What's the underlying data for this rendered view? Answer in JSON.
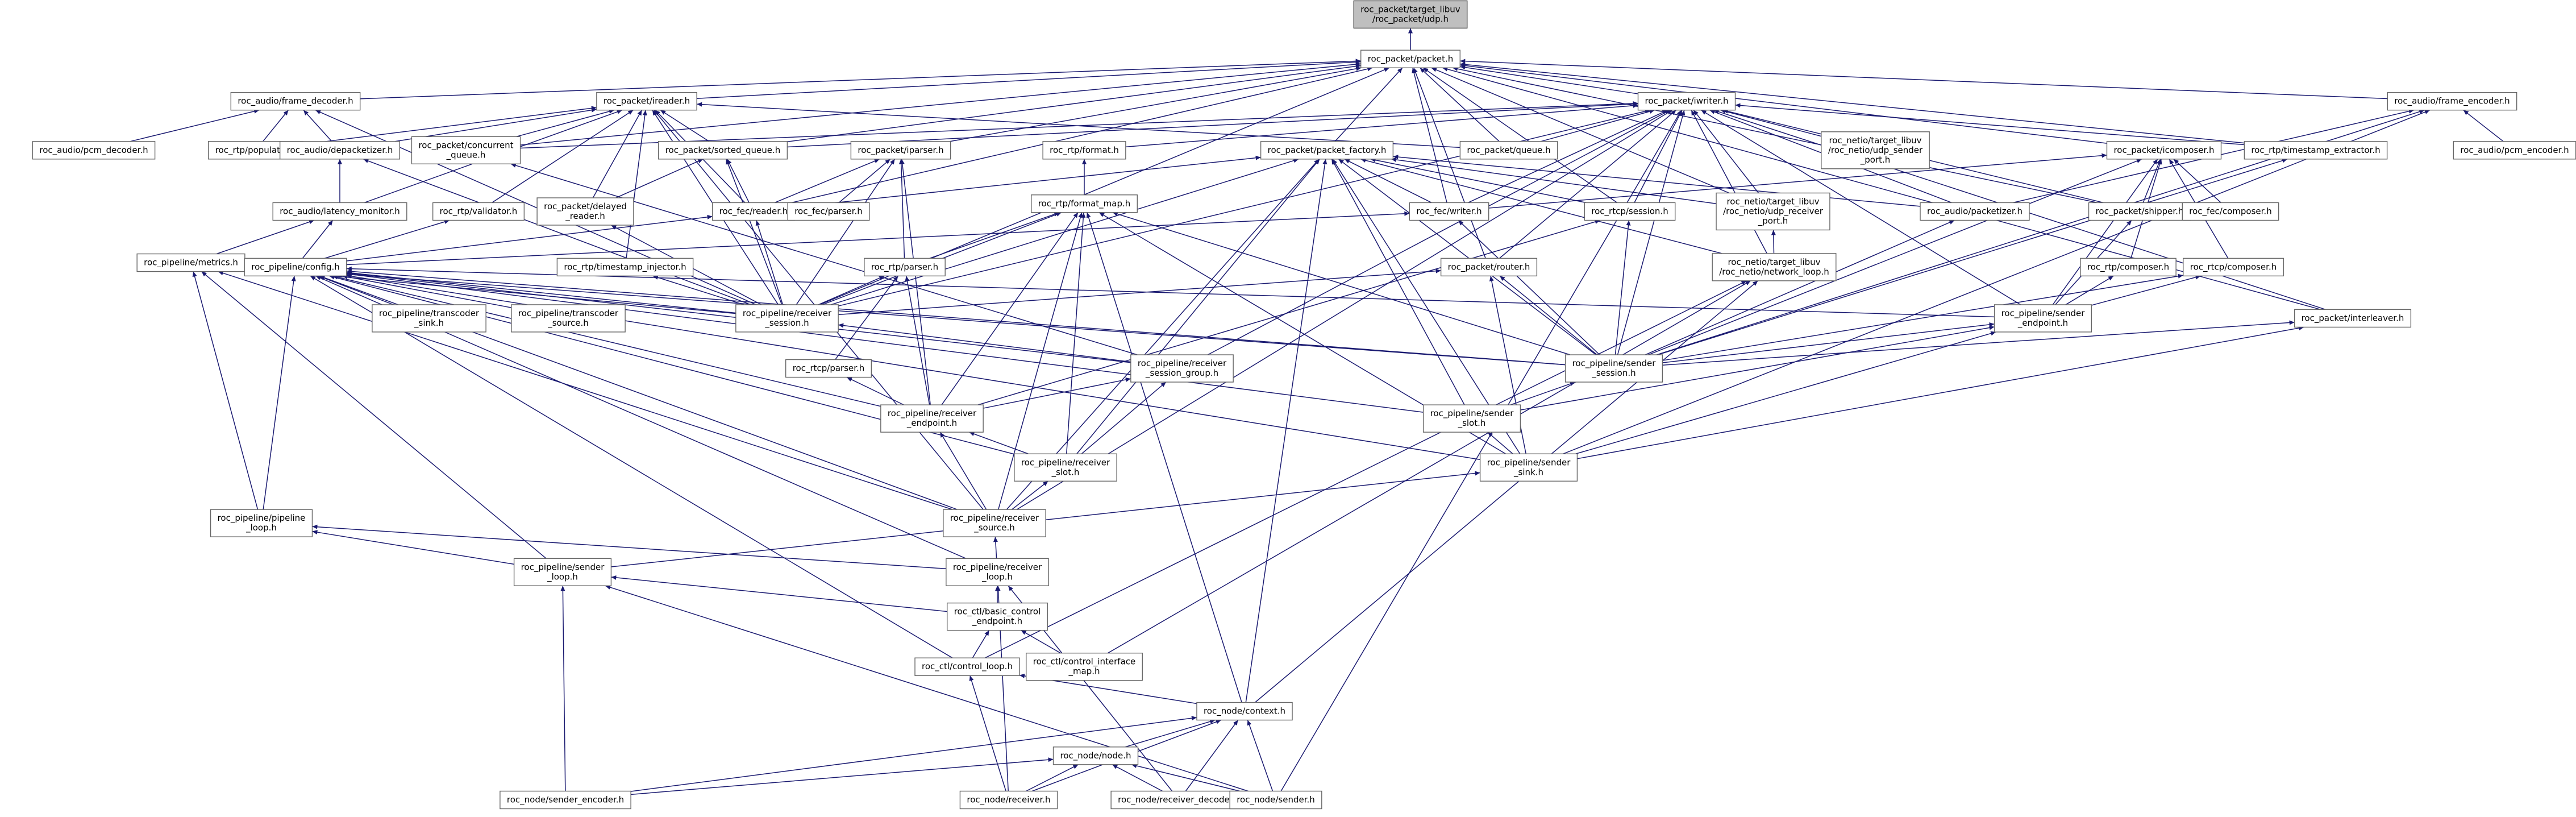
{
  "root": "roc_packet/target_libuv/roc_packet/udp.h",
  "colors": {
    "edge": "#191970",
    "node_border": "#666666",
    "root_fill": "#bfbfbf",
    "node_fill": "#ffffff"
  },
  "nodes": {
    "udp": [
      "roc_packet/target_libuv",
      "/roc_packet/udp.h"
    ],
    "packet": [
      "roc_packet/packet.h"
    ],
    "frame_decoder": [
      "roc_audio/frame_decoder.h"
    ],
    "reader": [
      "roc_packet/ireader.h"
    ],
    "iwriter": [
      "roc_packet/iwriter.h"
    ],
    "frame_encoder": [
      "roc_audio/frame_encoder.h"
    ],
    "pcm_decoder": [
      "roc_audio/pcm_decoder.h"
    ],
    "rtp_populator": [
      "roc_rtp/populator.h"
    ],
    "depacketizer": [
      "roc_audio/depacketizer.h"
    ],
    "concurrent_queue": [
      "roc_packet/concurrent",
      "_queue.h"
    ],
    "sorted_queue": [
      "roc_packet/sorted_queue.h"
    ],
    "packet_parser": [
      "roc_packet/iparser.h"
    ],
    "rtp_format": [
      "roc_rtp/format.h"
    ],
    "packet_factory": [
      "roc_packet/packet_factory.h"
    ],
    "packet_queue": [
      "roc_packet/queue.h"
    ],
    "udp_sender_port": [
      "roc_netio/target_libuv",
      "/roc_netio/udp_sender",
      "_port.h"
    ],
    "icomposer": [
      "roc_packet/icomposer.h"
    ],
    "timestamp_extractor": [
      "roc_rtp/timestamp_extractor.h"
    ],
    "pcm_encoder": [
      "roc_audio/pcm_encoder.h"
    ],
    "latency_monitor": [
      "roc_audio/latency_monitor.h"
    ],
    "rtp_validator": [
      "roc_rtp/validator.h"
    ],
    "delayed_reader": [
      "roc_packet/delayed",
      "_reader.h"
    ],
    "fec_reader": [
      "roc_fec/reader.h"
    ],
    "fec_parser": [
      "roc_fec/parser.h"
    ],
    "rtp_format_map": [
      "roc_rtp/format_map.h"
    ],
    "fec_writer": [
      "roc_fec/writer.h"
    ],
    "rtcp_session": [
      "roc_rtcp/session.h"
    ],
    "udp_receiver_port": [
      "roc_netio/target_libuv",
      "/roc_netio/udp_receiver",
      "_port.h"
    ],
    "packetizer": [
      "roc_audio/packetizer.h"
    ],
    "shipper": [
      "roc_packet/shipper.h"
    ],
    "fec_composer": [
      "roc_fec/composer.h"
    ],
    "pipeline_metrics": [
      "roc_pipeline/metrics.h"
    ],
    "pipeline_config": [
      "roc_pipeline/config.h"
    ],
    "timestamp_injector": [
      "roc_rtp/timestamp_injector.h"
    ],
    "rtp_parser": [
      "roc_rtp/parser.h"
    ],
    "packet_router": [
      "roc_packet/router.h"
    ],
    "network_loop": [
      "roc_netio/target_libuv",
      "/roc_netio/network_loop.h"
    ],
    "rtp_composer": [
      "roc_rtp/composer.h"
    ],
    "rtcp_composer": [
      "roc_rtcp/composer.h"
    ],
    "transcoder_sink": [
      "roc_pipeline/transcoder",
      "_sink.h"
    ],
    "transcoder_source": [
      "roc_pipeline/transcoder",
      "_source.h"
    ],
    "receiver_session": [
      "roc_pipeline/receiver",
      "_session.h"
    ],
    "sender_endpoint": [
      "roc_pipeline/sender",
      "_endpoint.h"
    ],
    "interleaver": [
      "roc_packet/interleaver.h"
    ],
    "receiver_session_group": [
      "roc_pipeline/receiver",
      "_session_group.h"
    ],
    "sender_session": [
      "roc_pipeline/sender",
      "_session.h"
    ],
    "rtcp_parser": [
      "roc_rtcp/parser.h"
    ],
    "receiver_endpoint": [
      "roc_pipeline/receiver",
      "_endpoint.h"
    ],
    "sender_slot": [
      "roc_pipeline/sender",
      "_slot.h"
    ],
    "receiver_slot": [
      "roc_pipeline/receiver",
      "_slot.h"
    ],
    "sender_sink": [
      "roc_pipeline/sender",
      "_sink.h"
    ],
    "pipeline_loop": [
      "roc_pipeline/pipeline",
      "_loop.h"
    ],
    "receiver_source": [
      "roc_pipeline/receiver",
      "_source.h"
    ],
    "sender_loop": [
      "roc_pipeline/sender",
      "_loop.h"
    ],
    "receiver_loop": [
      "roc_pipeline/receiver",
      "_loop.h"
    ],
    "basic_control_endpoint": [
      "roc_ctl/basic_control",
      "_endpoint.h"
    ],
    "control_loop": [
      "roc_ctl/control_loop.h"
    ],
    "control_interface_map": [
      "roc_ctl/control_interface",
      "_map.h"
    ],
    "node_context": [
      "roc_node/context.h"
    ],
    "node_node": [
      "roc_node/node.h"
    ],
    "sender_encoder": [
      "roc_node/sender_encoder.h"
    ],
    "node_receiver": [
      "roc_node/receiver.h"
    ],
    "receiver_decoder": [
      "roc_node/receiver_decoder.h"
    ],
    "node_sender": [
      "roc_node/sender.h"
    ]
  },
  "edges": [
    [
      "udp",
      "packet"
    ],
    [
      "packet",
      "frame_decoder"
    ],
    [
      "packet",
      "reader"
    ],
    [
      "packet",
      "iwriter"
    ],
    [
      "packet",
      "frame_encoder"
    ],
    [
      "packet",
      "concurrent_queue"
    ],
    [
      "packet",
      "sorted_queue"
    ],
    [
      "packet",
      "packet_parser"
    ],
    [
      "packet",
      "packet_factory"
    ],
    [
      "packet",
      "packet_queue"
    ],
    [
      "packet",
      "icomposer"
    ],
    [
      "packet",
      "timestamp_extractor"
    ],
    [
      "packet",
      "fec_reader"
    ],
    [
      "packet",
      "fec_writer"
    ],
    [
      "packet",
      "rtcp_session"
    ],
    [
      "packet",
      "shipper"
    ],
    [
      "packet",
      "packet_router"
    ],
    [
      "packet",
      "interleaver"
    ],
    [
      "packet",
      "udp_receiver_port"
    ],
    [
      "packet",
      "receiver_session"
    ],
    [
      "frame_decoder",
      "pcm_decoder"
    ],
    [
      "frame_decoder",
      "depacketizer"
    ],
    [
      "frame_decoder",
      "rtp_populator"
    ],
    [
      "frame_decoder",
      "receiver_session"
    ],
    [
      "reader",
      "concurrent_queue"
    ],
    [
      "reader",
      "sorted_queue"
    ],
    [
      "reader",
      "depacketizer"
    ],
    [
      "reader",
      "rtp_populator"
    ],
    [
      "reader",
      "latency_monitor"
    ],
    [
      "reader",
      "rtp_validator"
    ],
    [
      "reader",
      "delayed_reader"
    ],
    [
      "reader",
      "fec_reader"
    ],
    [
      "reader",
      "timestamp_injector"
    ],
    [
      "reader",
      "packet_queue"
    ],
    [
      "reader",
      "receiver_session"
    ],
    [
      "reader",
      "receiver_source"
    ],
    [
      "iwriter",
      "concurrent_queue"
    ],
    [
      "iwriter",
      "sorted_queue"
    ],
    [
      "iwriter",
      "rtp_format"
    ],
    [
      "iwriter",
      "packet_queue"
    ],
    [
      "iwriter",
      "udp_sender_port"
    ],
    [
      "iwriter",
      "timestamp_extractor"
    ],
    [
      "iwriter",
      "fec_writer"
    ],
    [
      "iwriter",
      "rtcp_session"
    ],
    [
      "iwriter",
      "packetizer"
    ],
    [
      "iwriter",
      "shipper"
    ],
    [
      "iwriter",
      "packet_router"
    ],
    [
      "iwriter",
      "network_loop"
    ],
    [
      "iwriter",
      "udp_receiver_port"
    ],
    [
      "iwriter",
      "sender_endpoint"
    ],
    [
      "iwriter",
      "interleaver"
    ],
    [
      "iwriter",
      "receiver_session"
    ],
    [
      "iwriter",
      "receiver_session_group"
    ],
    [
      "iwriter",
      "sender_session"
    ],
    [
      "iwriter",
      "receiver_source"
    ],
    [
      "iwriter",
      "node_sender"
    ],
    [
      "frame_encoder",
      "pcm_encoder"
    ],
    [
      "frame_encoder",
      "packetizer"
    ],
    [
      "frame_encoder",
      "sender_session"
    ],
    [
      "frame_encoder",
      "sender_sink"
    ],
    [
      "depacketizer",
      "latency_monitor"
    ],
    [
      "depacketizer",
      "receiver_session"
    ],
    [
      "concurrent_queue",
      "receiver_session_group"
    ],
    [
      "sorted_queue",
      "delayed_reader"
    ],
    [
      "sorted_queue",
      "fec_reader"
    ],
    [
      "sorted_queue",
      "receiver_session"
    ],
    [
      "packet_parser",
      "fec_parser"
    ],
    [
      "packet_parser",
      "rtp_parser"
    ],
    [
      "packet_parser",
      "fec_reader"
    ],
    [
      "packet_parser",
      "receiver_session"
    ],
    [
      "packet_parser",
      "receiver_endpoint"
    ],
    [
      "rtp_format",
      "rtp_format_map"
    ],
    [
      "packet_factory",
      "fec_reader"
    ],
    [
      "packet_factory",
      "fec_writer"
    ],
    [
      "packet_factory",
      "rtcp_session"
    ],
    [
      "packet_factory",
      "packetizer"
    ],
    [
      "packet_factory",
      "udp_receiver_port"
    ],
    [
      "packet_factory",
      "network_loop"
    ],
    [
      "packet_factory",
      "sender_session"
    ],
    [
      "packet_factory",
      "receiver_session"
    ],
    [
      "packet_factory",
      "sender_slot"
    ],
    [
      "packet_factory",
      "receiver_slot"
    ],
    [
      "packet_factory",
      "sender_sink"
    ],
    [
      "packet_factory",
      "receiver_source"
    ],
    [
      "packet_factory",
      "node_context"
    ],
    [
      "icomposer",
      "fec_composer"
    ],
    [
      "icomposer",
      "shipper"
    ],
    [
      "icomposer",
      "rtp_composer"
    ],
    [
      "icomposer",
      "rtcp_composer"
    ],
    [
      "icomposer",
      "fec_writer"
    ],
    [
      "icomposer",
      "sender_endpoint"
    ],
    [
      "icomposer",
      "sender_session"
    ],
    [
      "timestamp_extractor",
      "sender_session"
    ],
    [
      "latency_monitor",
      "pipeline_config"
    ],
    [
      "latency_monitor",
      "pipeline_metrics"
    ],
    [
      "rtp_validator",
      "pipeline_config"
    ],
    [
      "delayed_reader",
      "receiver_session"
    ],
    [
      "fec_reader",
      "pipeline_config"
    ],
    [
      "fec_reader",
      "receiver_session"
    ],
    [
      "rtp_format_map",
      "rtp_parser"
    ],
    [
      "rtp_format_map",
      "receiver_session"
    ],
    [
      "rtp_format_map",
      "sender_session"
    ],
    [
      "rtp_format_map",
      "receiver_endpoint"
    ],
    [
      "rtp_format_map",
      "receiver_slot"
    ],
    [
      "rtp_format_map",
      "receiver_source"
    ],
    [
      "rtp_format_map",
      "sender_sink"
    ],
    [
      "rtp_format_map",
      "node_context"
    ],
    [
      "fec_writer",
      "pipeline_config"
    ],
    [
      "fec_writer",
      "sender_session"
    ],
    [
      "rtcp_session",
      "receiver_endpoint"
    ],
    [
      "rtcp_session",
      "sender_session"
    ],
    [
      "udp_receiver_port",
      "network_loop"
    ],
    [
      "packetizer",
      "sender_session"
    ],
    [
      "shipper",
      "sender_endpoint"
    ],
    [
      "pipeline_metrics",
      "pipeline_loop"
    ],
    [
      "pipeline_metrics",
      "receiver_session"
    ],
    [
      "pipeline_metrics",
      "sender_session"
    ],
    [
      "pipeline_metrics",
      "receiver_source"
    ],
    [
      "pipeline_metrics",
      "sender_loop"
    ],
    [
      "pipeline_config",
      "transcoder_sink"
    ],
    [
      "pipeline_config",
      "transcoder_source"
    ],
    [
      "pipeline_config",
      "receiver_session"
    ],
    [
      "pipeline_config",
      "sender_endpoint"
    ],
    [
      "pipeline_config",
      "receiver_session_group"
    ],
    [
      "pipeline_config",
      "sender_session"
    ],
    [
      "pipeline_config",
      "receiver_endpoint"
    ],
    [
      "pipeline_config",
      "sender_slot"
    ],
    [
      "pipeline_config",
      "receiver_slot"
    ],
    [
      "pipeline_config",
      "sender_sink"
    ],
    [
      "pipeline_config",
      "pipeline_loop"
    ],
    [
      "pipeline_config",
      "receiver_source"
    ],
    [
      "pipeline_config",
      "receiver_loop"
    ],
    [
      "pipeline_config",
      "control_loop"
    ],
    [
      "timestamp_injector",
      "receiver_session"
    ],
    [
      "rtp_parser",
      "rtcp_parser"
    ],
    [
      "rtp_parser",
      "receiver_session"
    ],
    [
      "rtp_parser",
      "receiver_endpoint"
    ],
    [
      "packet_router",
      "sender_session"
    ],
    [
      "packet_router",
      "sender_sink"
    ],
    [
      "packet_router",
      "receiver_session"
    ],
    [
      "network_loop",
      "control_loop"
    ],
    [
      "network_loop",
      "node_context"
    ],
    [
      "network_loop",
      "control_interface_map"
    ],
    [
      "rtp_composer",
      "sender_endpoint"
    ],
    [
      "rtcp_composer",
      "sender_endpoint"
    ],
    [
      "rtcp_composer",
      "sender_session"
    ],
    [
      "receiver_session",
      "receiver_session_group"
    ],
    [
      "sender_endpoint",
      "sender_session"
    ],
    [
      "sender_endpoint",
      "sender_slot"
    ],
    [
      "sender_endpoint",
      "sender_sink"
    ],
    [
      "interleaver",
      "sender_session"
    ],
    [
      "interleaver",
      "sender_sink"
    ],
    [
      "receiver_session_group",
      "receiver_endpoint"
    ],
    [
      "receiver_session_group",
      "receiver_slot"
    ],
    [
      "sender_session",
      "sender_slot"
    ],
    [
      "rtcp_parser",
      "receiver_endpoint"
    ],
    [
      "receiver_endpoint",
      "receiver_slot"
    ],
    [
      "receiver_endpoint",
      "receiver_source"
    ],
    [
      "sender_slot",
      "sender_sink"
    ],
    [
      "receiver_slot",
      "receiver_source"
    ],
    [
      "sender_sink",
      "sender_loop"
    ],
    [
      "pipeline_loop",
      "sender_loop"
    ],
    [
      "pipeline_loop",
      "receiver_loop"
    ],
    [
      "receiver_source",
      "receiver_loop"
    ],
    [
      "sender_loop",
      "basic_control_endpoint"
    ],
    [
      "sender_loop",
      "sender_encoder"
    ],
    [
      "sender_loop",
      "node_sender"
    ],
    [
      "receiver_loop",
      "basic_control_endpoint"
    ],
    [
      "receiver_loop",
      "node_receiver"
    ],
    [
      "receiver_loop",
      "receiver_decoder"
    ],
    [
      "basic_control_endpoint",
      "control_loop"
    ],
    [
      "basic_control_endpoint",
      "control_interface_map"
    ],
    [
      "control_loop",
      "node_context"
    ],
    [
      "control_loop",
      "node_receiver"
    ],
    [
      "node_context",
      "node_node"
    ],
    [
      "node_context",
      "sender_encoder"
    ],
    [
      "node_context",
      "node_receiver"
    ],
    [
      "node_context",
      "receiver_decoder"
    ],
    [
      "node_context",
      "node_sender"
    ],
    [
      "node_node",
      "sender_encoder"
    ],
    [
      "node_node",
      "node_receiver"
    ],
    [
      "node_node",
      "receiver_decoder"
    ],
    [
      "node_node",
      "node_sender"
    ]
  ]
}
